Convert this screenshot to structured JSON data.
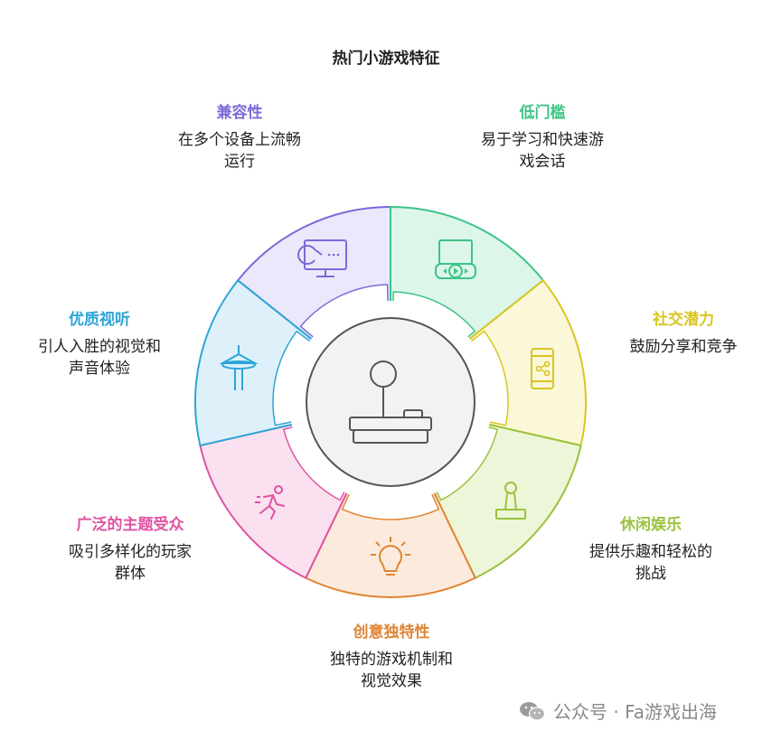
{
  "title": "热门小游戏特征",
  "colors": {
    "purple": "#7a6ad8",
    "green": "#3cc486",
    "yellow": "#d9c521",
    "lime": "#9ac33c",
    "orange": "#e08433",
    "pink": "#e053a3",
    "blue": "#2ea5d6"
  },
  "segments": [
    {
      "id": "compat",
      "heading": "兼容性",
      "desc": [
        "在多个设备上流畅",
        "运行"
      ],
      "icon": "pacman-monitor-icon",
      "color": "#7a6ad8",
      "fill": "#ece8fb"
    },
    {
      "id": "low",
      "heading": "低门槛",
      "desc": [
        "易于学习和快速游",
        "戏会话"
      ],
      "icon": "media-player-icon",
      "color": "#3cc486",
      "fill": "#ddf6ea"
    },
    {
      "id": "social",
      "heading": "社交潜力",
      "desc": [
        "鼓励分享和竞争"
      ],
      "icon": "share-phone-icon",
      "color": "#d9c521",
      "fill": "#fbf8d9"
    },
    {
      "id": "casual",
      "heading": "休闲娱乐",
      "desc": [
        "提供乐趣和轻松的",
        "挑战"
      ],
      "icon": "chess-pawn-icon",
      "color": "#9ac33c",
      "fill": "#eef6da"
    },
    {
      "id": "creative",
      "heading": "创意独特性",
      "desc": [
        "独特的游戏机制和",
        "视觉效果"
      ],
      "icon": "lightbulb-icon",
      "color": "#e08433",
      "fill": "#fcebdc"
    },
    {
      "id": "theme",
      "heading": "广泛的主题受众",
      "desc": [
        "吸引多样化的玩家",
        "群体"
      ],
      "icon": "running-person-icon",
      "color": "#e053a3",
      "fill": "#fbe1ef"
    },
    {
      "id": "av",
      "heading": "优质视听",
      "desc": [
        "引人入胜的视觉和",
        "声音体验"
      ],
      "icon": "space-needle-icon",
      "color": "#2ea5d6",
      "fill": "#def1fa"
    }
  ],
  "center_icon": "arcade-joystick-icon",
  "watermark": "公众号 · Fa游戏出海"
}
